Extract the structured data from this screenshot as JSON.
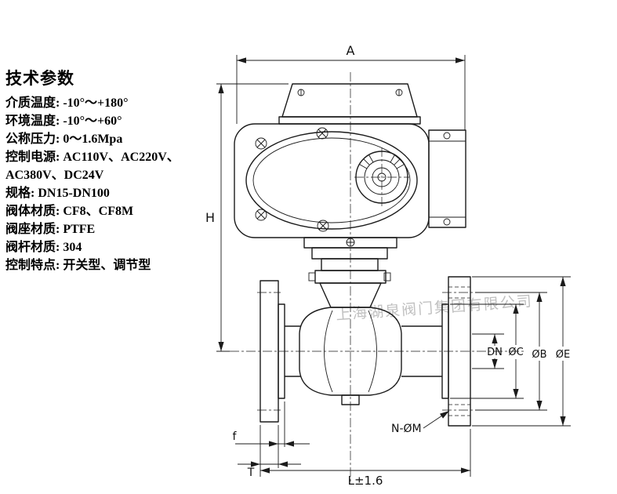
{
  "specs": {
    "title": "技术参数",
    "lines": [
      "介质温度: -10°～+180°",
      "环境温度: -10°～+60°",
      "公称压力: 0～1.6Mpa",
      "控制电源: AC110V、AC220V、",
      "AC380V、DC24V",
      "规格: DN15-DN100",
      "阀体材质: CF8、CF8M",
      "阀座材质: PTFE",
      "阀杆材质: 304",
      "控制特点: 开关型、调节型"
    ]
  },
  "dimensions": {
    "a": "A",
    "h": "H",
    "l": "L±1.6",
    "t": "T",
    "f": "f",
    "dn": "DN",
    "c": "ØC",
    "b": "ØB",
    "e": "ØE",
    "bolt_callout": "N-ØM"
  },
  "watermark": "上海湖泉阀门集团有限公司",
  "colors": {
    "line": "#1b1b1b",
    "watermark": "#969696"
  }
}
